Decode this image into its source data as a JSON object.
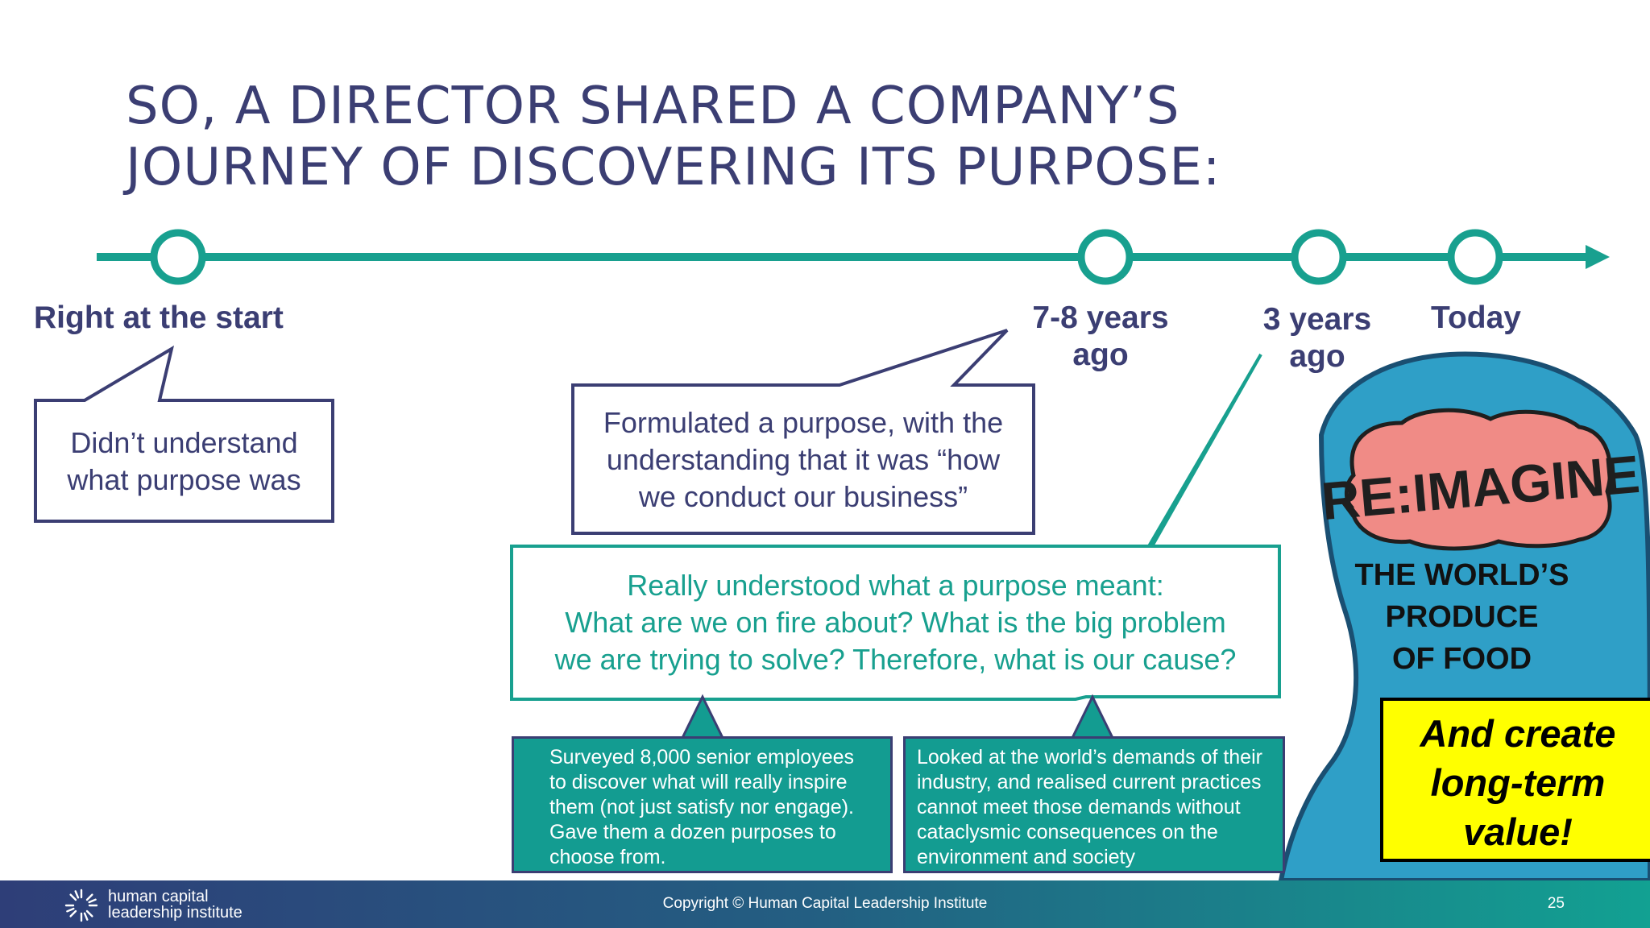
{
  "slide": {
    "title_lines": [
      "SO, A DIRECTOR SHARED A COMPANY’S",
      "JOURNEY OF DISCOVERING ITS PURPOSE:"
    ],
    "colors": {
      "navy": "#3b3e73",
      "teal": "#18a08f",
      "box_teal": "#139c91",
      "yellow": "#ffff00"
    }
  },
  "timeline": {
    "labels": {
      "start": "Right at the start",
      "seven_eight": [
        "7-8 years",
        "ago"
      ],
      "three": [
        "3 years",
        "ago"
      ],
      "today": "Today"
    }
  },
  "bubbles": {
    "start": [
      "Didn’t understand",
      "what purpose was"
    ],
    "seven_eight": [
      "Formulated a purpose, with the",
      "understanding that it was “how",
      "we conduct our business”"
    ],
    "three": [
      "Really understood what a purpose meant:",
      "What are we on fire about? What is the big problem",
      "we are trying to solve? Therefore, what is our cause?"
    ]
  },
  "boxes": {
    "survey": [
      "Surveyed 8,000 senior employees",
      "to discover what will really inspire",
      "them (not just satisfy nor engage).",
      "Gave them a dozen purposes to",
      "choose from."
    ],
    "world": [
      "Looked at the world’s demands of their",
      "industry, and realised current practices",
      "cannot meet those demands without",
      "cataclysmic consequences on the",
      "environment and society"
    ]
  },
  "illustration": {
    "brain_text": "RE:IMAGINE",
    "head_lines": [
      "THE WORLD’S",
      "PRODUCE",
      "OF FOOD"
    ],
    "callout_lines": [
      "And create",
      "long-term",
      "value!"
    ]
  },
  "footer": {
    "logo_lines": [
      "human capital",
      "leadership institute"
    ],
    "copyright": "Copyright © Human Capital Leadership Institute",
    "page_number": "25"
  }
}
